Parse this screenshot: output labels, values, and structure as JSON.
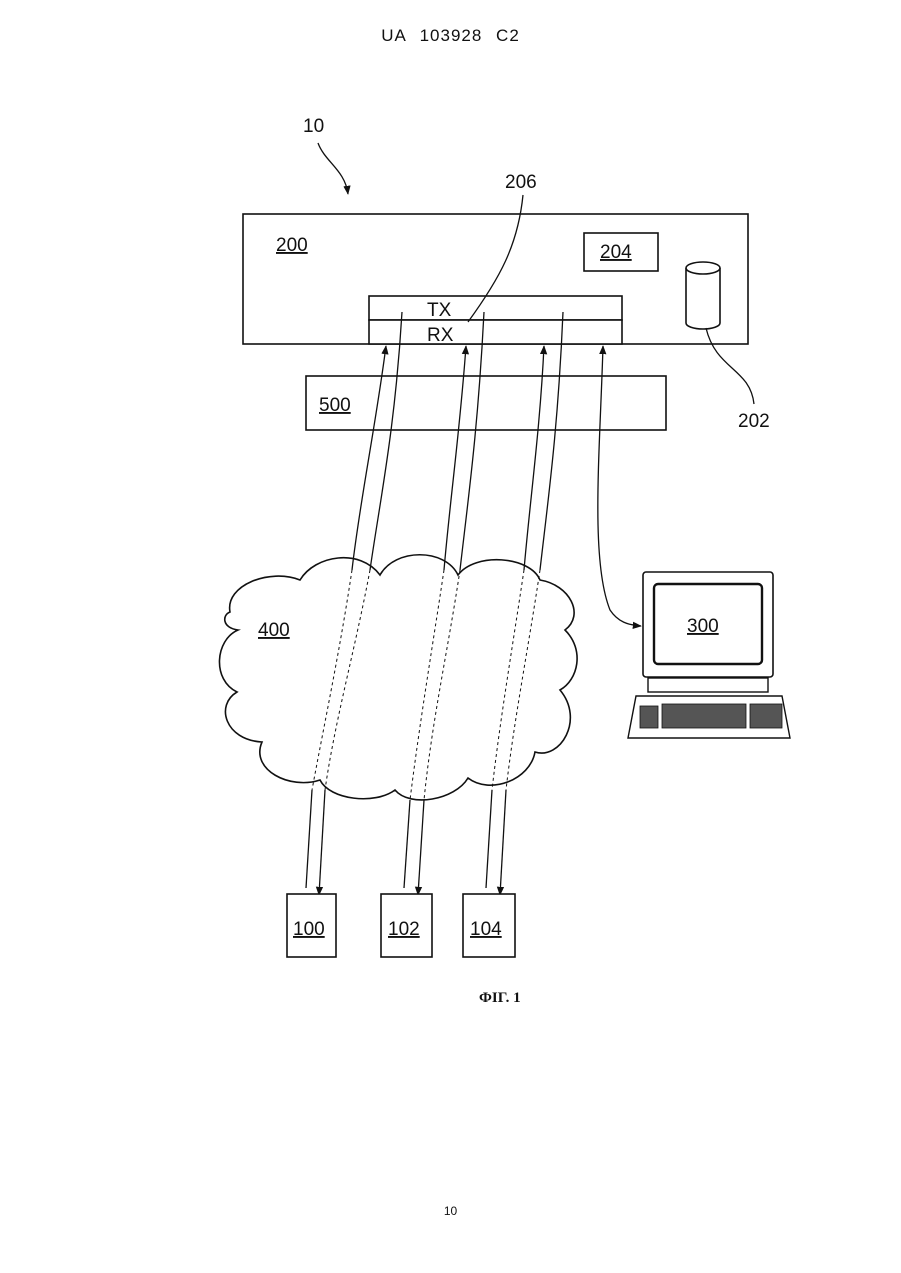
{
  "header": {
    "text": "UA   103928   C2"
  },
  "footer": {
    "page_number": "10"
  },
  "figure": {
    "system_ref": "10",
    "server_ref": "200",
    "processor_ref": "204",
    "database_ref": "202",
    "transceiver_ref": "206",
    "tx_label": "TX",
    "rx_label": "RX",
    "interface_ref": "500",
    "network_ref": "400",
    "terminal_ref": "300",
    "devices": [
      "100",
      "102",
      "104"
    ],
    "caption": "ФІГ. 1"
  }
}
